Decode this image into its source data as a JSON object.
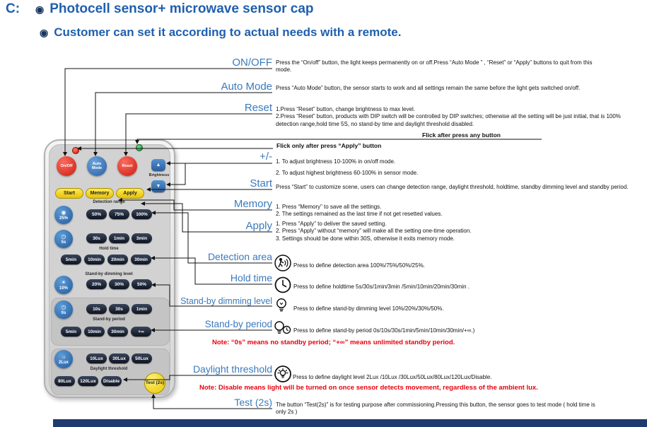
{
  "header": {
    "prefix": "C:",
    "title": "Photocell sensor+ microwave sensor cap",
    "subtitle": "Customer can set it according to actual needs with a remote."
  },
  "icons": {
    "bullet": "◉",
    "brightness_up": "▲",
    "brightness_down": "▼",
    "detection_glyph": "◉",
    "hold_glyph": "◷",
    "dim_glyph": "☀",
    "period_glyph": "◷",
    "daylight_glyph": "☼",
    "callout_icons": {
      "detection": "walking-person-icon",
      "hold": "clock-icon",
      "dim": "bulb-icon",
      "period": "bulb-clock-icon",
      "daylight": "bulb-sun-icon"
    }
  },
  "remote": {
    "top_buttons": {
      "on_off": "On/Off",
      "auto_mode": "Auto Mode",
      "reset": "Reset"
    },
    "brightness_label": "Brightness",
    "mode_buttons": {
      "start": "Start",
      "memory": "Memory",
      "apply": "Apply"
    },
    "sections": {
      "detection": {
        "label": "Detection range",
        "primary": "25%",
        "options": [
          "50%",
          "75%",
          "100%"
        ]
      },
      "hold": {
        "label": "Hold time",
        "primary": "5s",
        "row1": [
          "30s",
          "1min",
          "3min"
        ],
        "row2": [
          "5min",
          "10min",
          "20min",
          "30min"
        ]
      },
      "dim": {
        "label": "Stand-by dimming level",
        "primary": "10%",
        "options": [
          "20%",
          "30%",
          "50%"
        ]
      },
      "period": {
        "label": "Stand-by period",
        "primary": "0s",
        "row1": [
          "10s",
          "30s",
          "1min"
        ],
        "row2": [
          "5min",
          "10min",
          "30min",
          "+∞"
        ]
      },
      "daylight": {
        "label": "Daylight threshold",
        "primary": "2Lux",
        "row1": [
          "10Lux",
          "30Lux",
          "50Lux"
        ],
        "row2": [
          "80Lux",
          "120Lux",
          "Disable"
        ]
      }
    },
    "test_button": "Test (2s)"
  },
  "callouts": {
    "on_off": {
      "label": "ON/OFF",
      "desc": "Press the “On/off” button, the light keeps permanently on or off.Press “Auto Mode ” , “Reset” or “Apply” buttons to quit from this mode."
    },
    "auto_mode": {
      "label": "Auto Mode",
      "desc": "Press “Auto Mode” button, the sensor starts to work and all settings remain the same before the light gets switched on/off."
    },
    "reset": {
      "label": "Reset",
      "desc1": "1.Press “Reset” button, change brightness to max level.",
      "desc2": "2.Press “Reset” button, products with DIP switch will be controlled by DIP switches; otherwise all the setting will be just initial, that is 100% detection range,hold time 5S, no stand-by time and daylight threshold disabled."
    },
    "flick_any": "Flick after press any button",
    "flick_apply": "Flick only after press “Apply” button",
    "plus_minus": {
      "label": "+/-",
      "desc1": "1. To adjust brightness 10-100% in on/off mode.",
      "desc2": "2. To adjust highest brightness 60-100% in sensor mode."
    },
    "start": {
      "label": "Start",
      "desc": "Press “Start” to customize scene, users can change detection range, daylight threshold, holdtime, standby dimming level and standby  period."
    },
    "memory": {
      "label": "Memory",
      "desc1": "1. Press “Memory” to save all the settings.",
      "desc2": "2. The settings remained as the last time if not get resetted values."
    },
    "apply": {
      "label": "Apply",
      "desc1": "1. Press “Apply” to deliver the saved setting.",
      "desc2": "2. Press “Apply” without “memory”  will make all the setting one-time operation.",
      "desc3": "3. Settings should be done within 30S, otherwise it exits memory mode."
    },
    "detection": {
      "label": "Detection area",
      "desc": "Press to define detection area 100%/75%/50%/25%."
    },
    "hold": {
      "label": "Hold time",
      "desc": "Press to define holdtime 5s/30s/1min/3min /5min/10min/20min/30min ."
    },
    "dim": {
      "label": "Stand-by dimming level",
      "desc": "Press to define stand-by dimming level 10%/20%/30%/50%."
    },
    "period": {
      "label": "Stand-by period",
      "desc": "Press to define stand-by period 0s/10s/30s/1min/5min/10min/30min/+∞.)",
      "note": "Note:  “0s”  means no standby period;  “+∞”  means unlimited standby period."
    },
    "daylight": {
      "label": "Daylight threshold",
      "desc": "Press to define  daylight level 2Lux /10Lux /30Lux/50Lux/80Lux/120Lux/Disable.",
      "note": "Note: Disable means light will be turned on once sensor detects movement, regardless of the ambient lux."
    },
    "test": {
      "label": "Test (2s)",
      "desc": "The button  “Test(2s)”  is for testing purpose after commissioning.Pressing this button, the sensor goes to test mode ( hold time is only 2s )"
    }
  },
  "colors": {
    "title_blue": "#1f5fae",
    "label_blue": "#3a7abd",
    "note_red": "#e8000d",
    "footer_navy": "#1e3a6e"
  }
}
